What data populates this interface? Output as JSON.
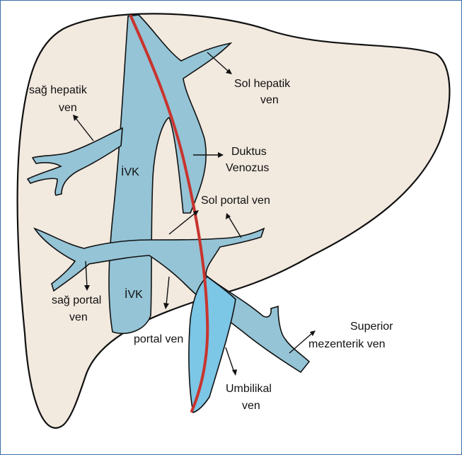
{
  "colors": {
    "liver": "#f2e9df",
    "vein_dark": "#94c4d6",
    "vein_light": "#7cc6e6",
    "outline": "#111111",
    "ductus": "#c8342e",
    "frame": "#3a6fa8"
  },
  "labels": {
    "sag_hepatik_1": "sağ hepatik",
    "sag_hepatik_2": "ven",
    "sol_hepatik_1": "Sol hepatik",
    "sol_hepatik_2": "ven",
    "duktus_1": "Duktus",
    "duktus_2": "Venozus",
    "ivk_upper": "İVK",
    "ivk_lower": "İVK",
    "sol_portal": "Sol portal ven",
    "sag_portal_1": "sağ portal",
    "sag_portal_2": "ven",
    "portal": "portal ven",
    "superior_1": "Superior",
    "superior_2": "mezenterik ven",
    "umbilikal_1": "Umbilikal",
    "umbilikal_2": "ven"
  }
}
